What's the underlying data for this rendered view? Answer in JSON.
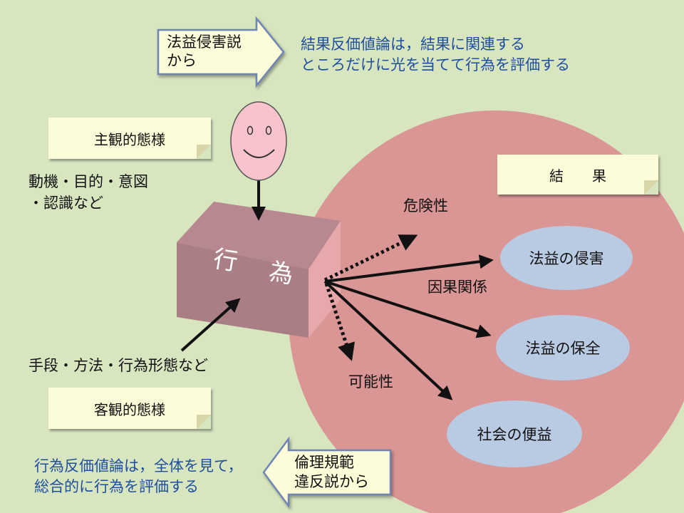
{
  "top_arrow": {
    "line1": "法益侵害説",
    "line2": "から"
  },
  "top_text": {
    "line1": "結果反価値論は，結果に関連する",
    "line2": "ところだけに光を当てて行為を評価する"
  },
  "subjective_label": "主観的態様",
  "subjective_items": {
    "line1": "動機・目的・意図",
    "line2": "・認識など"
  },
  "result_label": "結　　果",
  "action_char1": "行",
  "action_char2": "為",
  "danger": "危険性",
  "causation": "因果関係",
  "possibility": "可能性",
  "outcomes": [
    "法益の侵害",
    "法益の保全",
    "社会の便益"
  ],
  "means_text": "手段・方法・行為形態など",
  "objective_label": "客観的態様",
  "bottom_text": {
    "line1": "行為反価値論は，全体を見て，",
    "line2": "総合的に行為を評価する"
  },
  "bottom_arrow": {
    "line1": "倫理規範",
    "line2": "違反説から"
  },
  "colors": {
    "background": "#d8e6c0",
    "result_circle": "#d99694",
    "outcome_ellipse": "#b9cbe2",
    "face": "#f9c3cc",
    "accent_text": "#1f4e9e"
  }
}
